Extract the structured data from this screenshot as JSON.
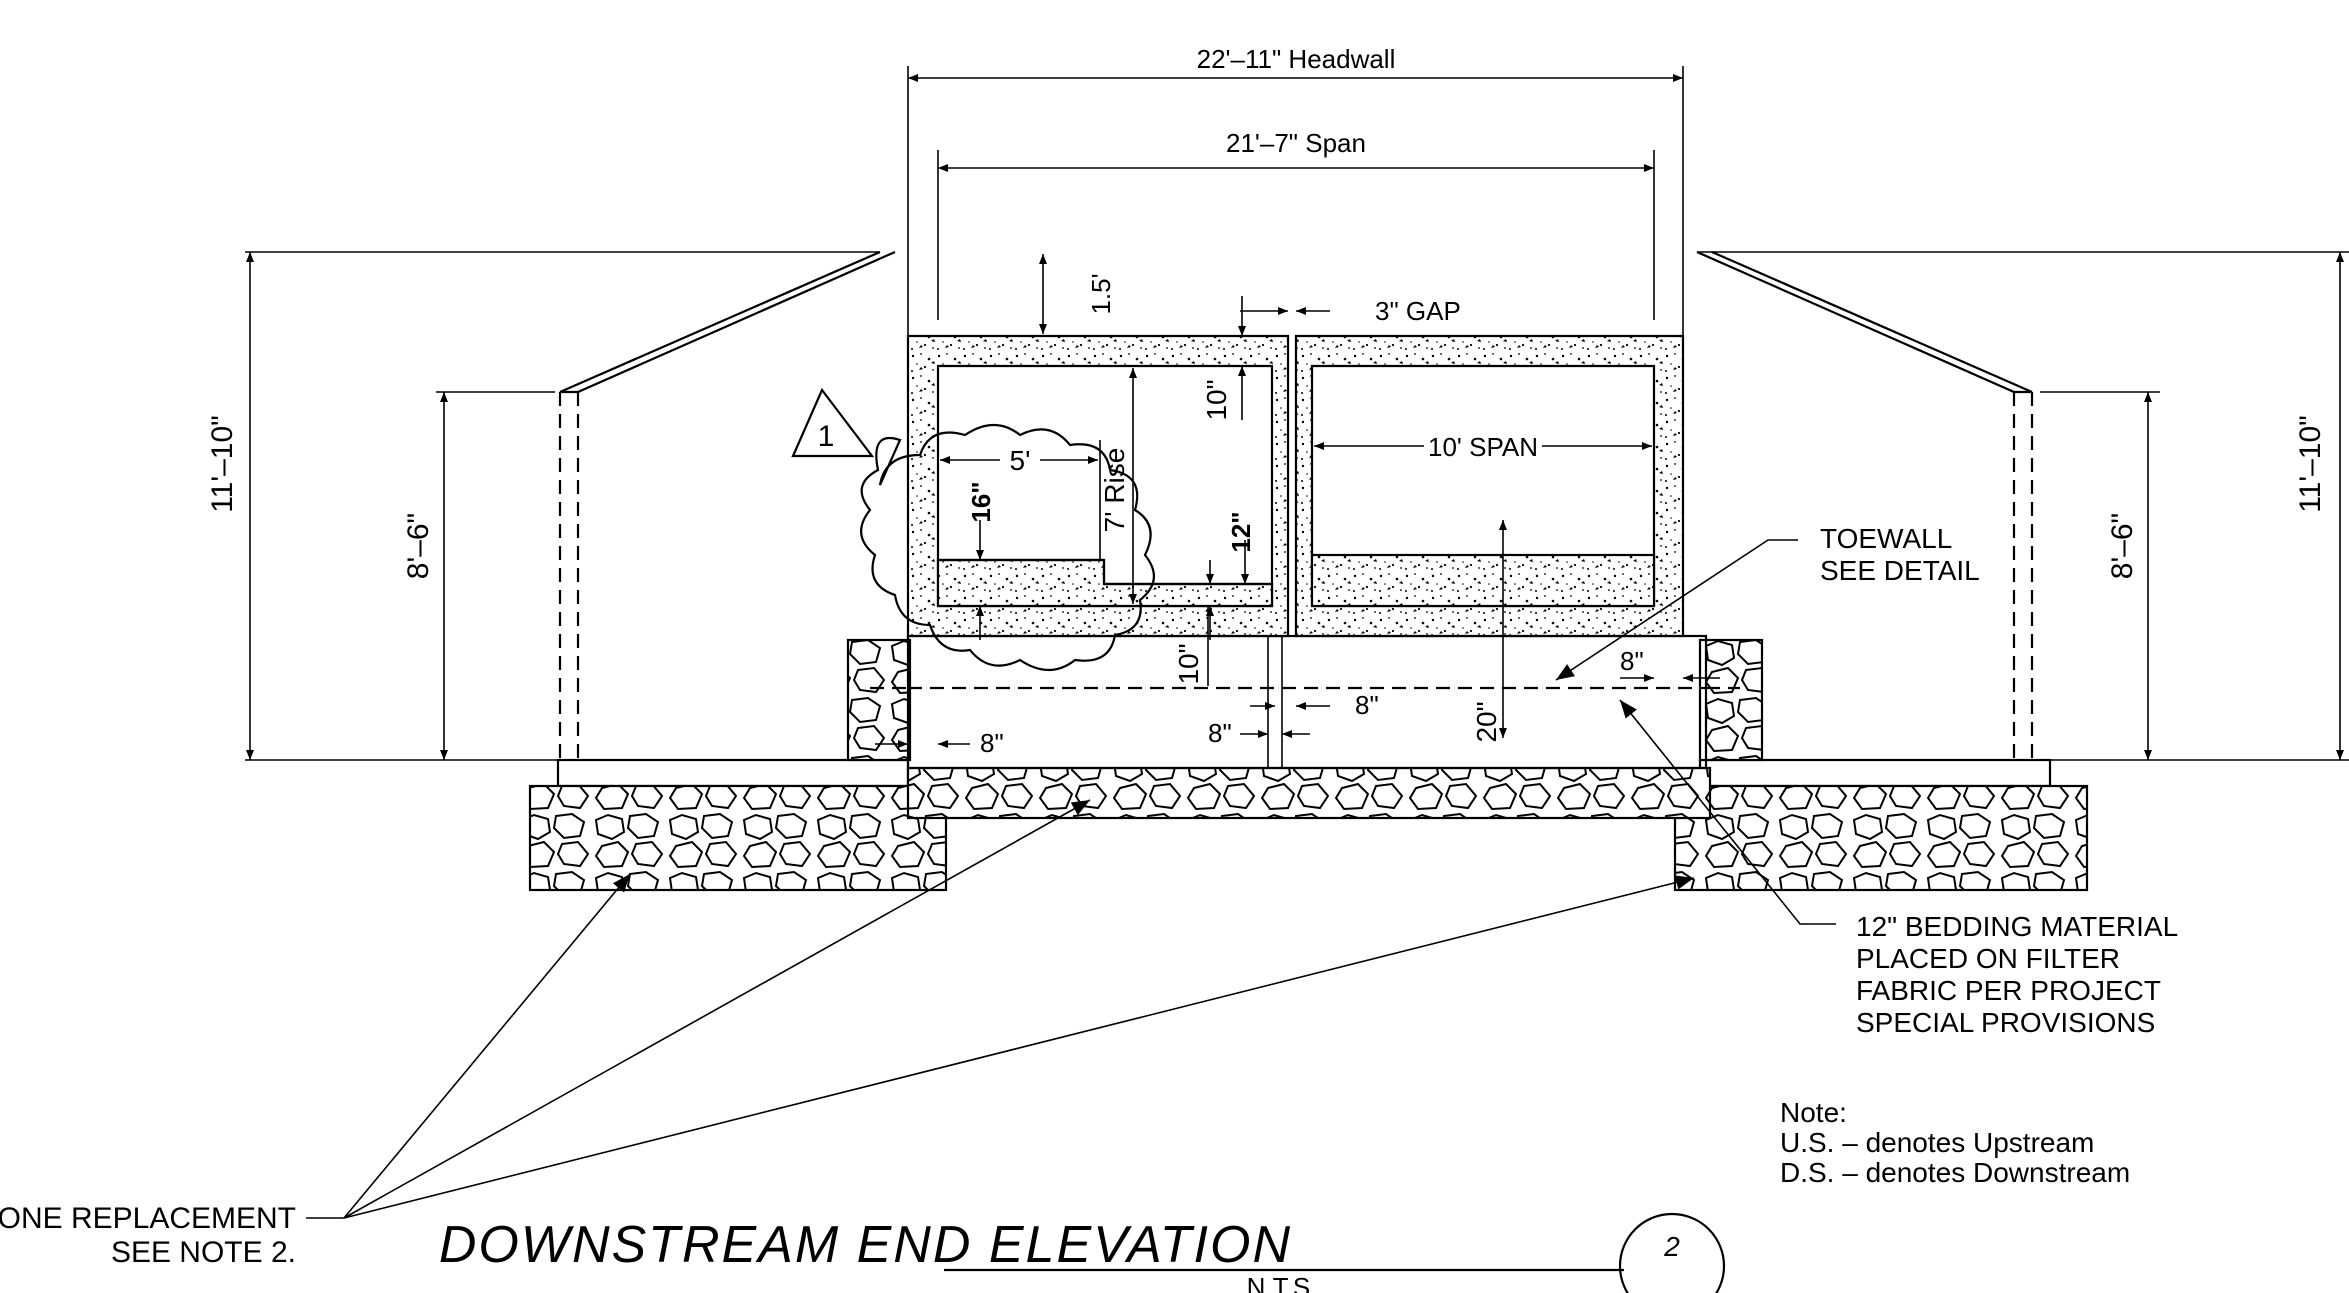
{
  "title": {
    "text": "DOWNSTREAM END ELEVATION",
    "scale": "N.T.S.",
    "detail_number": "2"
  },
  "revision_marker": "1",
  "dimensions": {
    "headwall": "22'–11\" Headwall",
    "span": "21'–7\" Span",
    "cover": "1.5'",
    "gap": "3\" GAP",
    "left_height": "11'–10\"",
    "right_height": "11'–10\"",
    "left_wingwall": "8'–6\"",
    "right_wingwall": "8'–6\"",
    "top_slab": "10\"",
    "rise": "7' Rise",
    "cell_width": "5'",
    "bed_16": "16\"",
    "bed_12": "12\"",
    "right_span": "10' SPAN",
    "bottom_slab": "10\"",
    "footing_left": "8\"",
    "footing_mid_left": "8\"",
    "footing_mid_right": "8\"",
    "toewall_depth": "20\"",
    "toewall_8": "8\""
  },
  "callouts": {
    "toewall_line1": "TOEWALL",
    "toewall_line2": "SEE DETAIL",
    "bedding_line1": "12\" BEDDING MATERIAL",
    "bedding_line2": "PLACED ON FILTER",
    "bedding_line3": "FABRIC PER PROJECT",
    "bedding_line4": "SPECIAL PROVISIONS",
    "stone_line1": "TONE REPLACEMENT",
    "stone_line2": "SEE NOTE 2."
  },
  "notes": {
    "heading": "Note:",
    "line1": "U.S. –  denotes Upstream",
    "line2": "D.S. –  denotes Downstream"
  }
}
